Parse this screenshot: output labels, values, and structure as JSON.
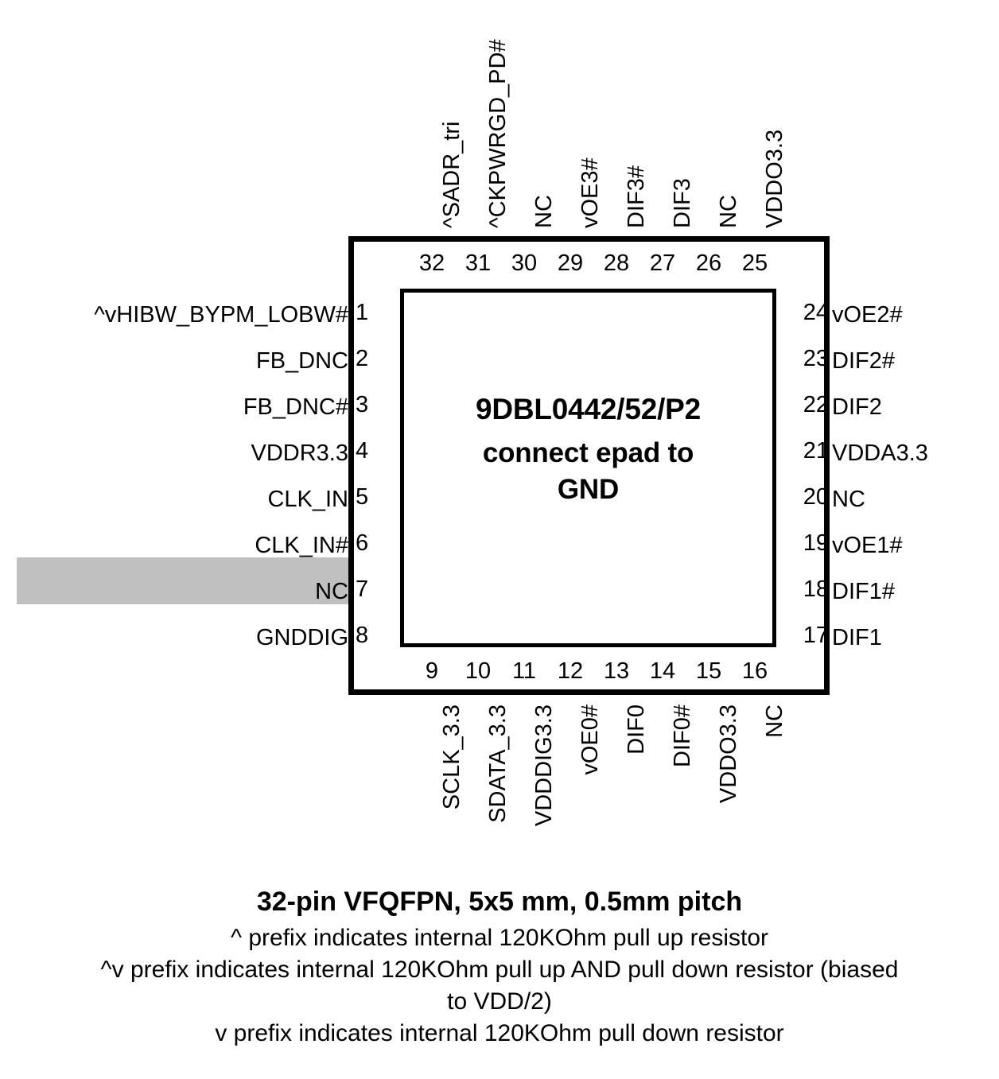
{
  "part": {
    "name_line1": "9DBL0442/52/P2",
    "name_line2": "connect epad to",
    "name_line3": "GND"
  },
  "package": {
    "highlight_color": "#c0c0c0",
    "body_color": "#000000"
  },
  "pins": {
    "left": [
      {
        "number": "1",
        "label": "^vHIBW_BYPM_LOBW#",
        "highlighted": false
      },
      {
        "number": "2",
        "label": "FB_DNC",
        "highlighted": false
      },
      {
        "number": "3",
        "label": "FB_DNC#",
        "highlighted": false
      },
      {
        "number": "4",
        "label": "VDDR3.3",
        "highlighted": false
      },
      {
        "number": "5",
        "label": "CLK_IN",
        "highlighted": false
      },
      {
        "number": "6",
        "label": "CLK_IN#",
        "highlighted": false
      },
      {
        "number": "7",
        "label": "NC",
        "highlighted": true
      },
      {
        "number": "8",
        "label": "GNDDIG",
        "highlighted": false
      }
    ],
    "bottom": [
      {
        "number": "9",
        "label": "SCLK_3.3"
      },
      {
        "number": "10",
        "label": "SDATA_3.3"
      },
      {
        "number": "11",
        "label": "VDDDIG3.3"
      },
      {
        "number": "12",
        "label": "vOE0#"
      },
      {
        "number": "13",
        "label": "DIF0"
      },
      {
        "number": "14",
        "label": "DIF0#"
      },
      {
        "number": "15",
        "label": "VDDO3.3"
      },
      {
        "number": "16",
        "label": "NC"
      }
    ],
    "right": [
      {
        "number": "17",
        "label": "DIF1"
      },
      {
        "number": "18",
        "label": "DIF1#"
      },
      {
        "number": "19",
        "label": "vOE1#"
      },
      {
        "number": "20",
        "label": "NC"
      },
      {
        "number": "21",
        "label": "VDDA3.3"
      },
      {
        "number": "22",
        "label": "DIF2"
      },
      {
        "number": "23",
        "label": "DIF2#"
      },
      {
        "number": "24",
        "label": "vOE2#"
      }
    ],
    "top": [
      {
        "number": "25",
        "label": "VDDO3.3"
      },
      {
        "number": "26",
        "label": "NC"
      },
      {
        "number": "27",
        "label": "DIF3"
      },
      {
        "number": "28",
        "label": "DIF3#"
      },
      {
        "number": "29",
        "label": "vOE3#"
      },
      {
        "number": "30",
        "label": "NC"
      },
      {
        "number": "31",
        "label": "^CKPWRGD_PD#"
      },
      {
        "number": "32",
        "label": "^SADR_tri"
      }
    ]
  },
  "caption": {
    "title": "32-pin VFQFPN, 5x5 mm, 0.5mm pitch",
    "line1": "^ prefix indicates internal 120KOhm pull up resistor",
    "line2": "^v prefix indicates internal 120KOhm pull up AND pull down resistor (biased",
    "line3": "to VDD/2)",
    "line4": "v prefix indicates internal 120KOhm pull down resistor"
  }
}
